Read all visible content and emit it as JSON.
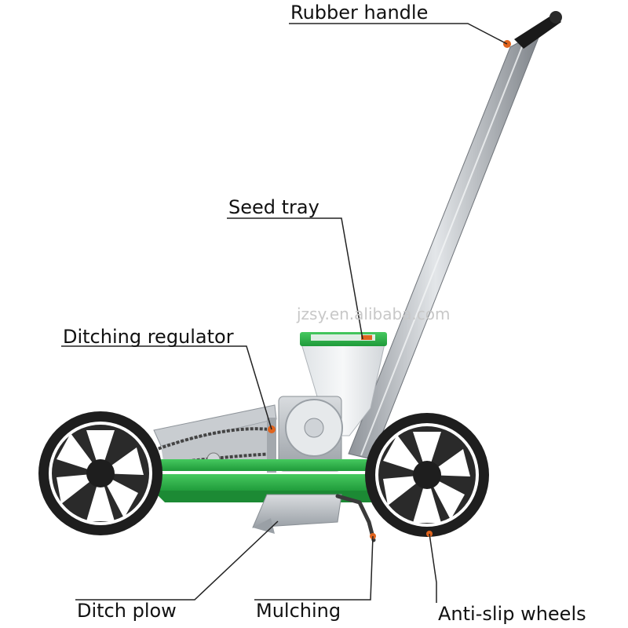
{
  "labels": {
    "rubber_handle": "Rubber handle",
    "seed_tray": "Seed tray",
    "ditching_regulator": "Ditching regulator",
    "ditch_plow": "Ditch plow",
    "mulching": "Mulching",
    "anti_slip_wheels": "Anti-slip wheels"
  },
  "watermark": "jzsy.en.alibaba.com",
  "colors": {
    "frame_green": "#2bb34a",
    "wheel_black": "#1e1e1e",
    "handle_silver": "#b9bdc2",
    "hopper_white": "#eef0f2",
    "leader_line": "#222222"
  }
}
